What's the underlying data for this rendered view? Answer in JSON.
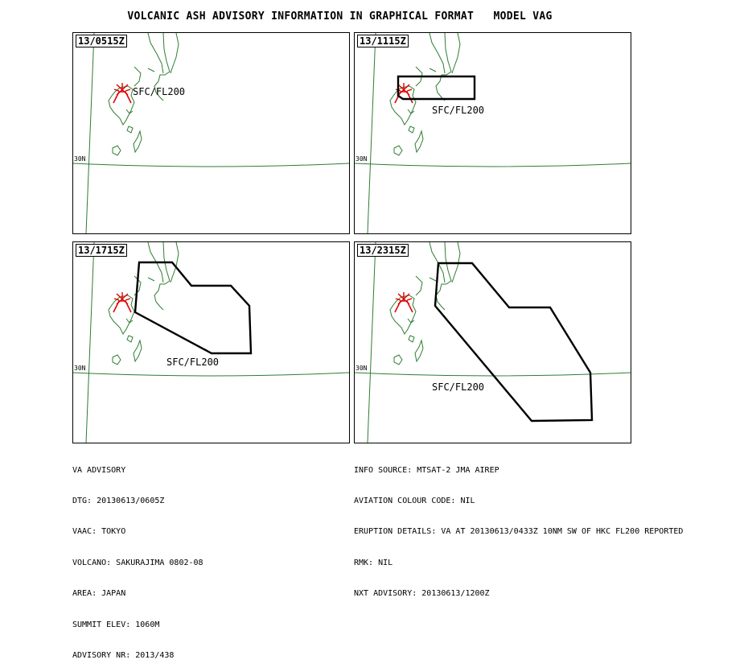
{
  "title": "VOLCANIC ASH ADVISORY INFORMATION IN GRAPHICAL FORMAT   MODEL VAG",
  "colors": {
    "coast": "#2e7d32",
    "volcano": "#e00000",
    "ash": "#000000"
  },
  "panels": [
    {
      "time": "13/0515Z",
      "lat_label": "30N",
      "level_label": "SFC/FL200",
      "has_area": false
    },
    {
      "time": "13/1115Z",
      "lat_label": "30N",
      "level_label": "SFC/FL200",
      "has_area": true
    },
    {
      "time": "13/1715Z",
      "lat_label": "30N",
      "level_label": "SFC/FL200",
      "has_area": true
    },
    {
      "time": "13/2315Z",
      "lat_label": "30N",
      "level_label": "SFC/FL200",
      "has_area": true
    }
  ],
  "advisory_left": [
    "VA ADVISORY",
    "DTG: 20130613/0605Z",
    "VAAC: TOKYO",
    "VOLCANO: SAKURAJIMA 0802-08",
    "AREA: JAPAN",
    "SUMMIT ELEV: 1060M",
    "ADVISORY NR: 2013/438"
  ],
  "advisory_right": [
    "INFO SOURCE: MTSAT-2 JMA AIREP",
    "AVIATION COLOUR CODE: NIL",
    "ERUPTION DETAILS: VA AT 20130613/0433Z 10NM SW OF HKC FL200 REPORTED",
    "RMK: NIL",
    "NXT ADVISORY: 20130613/1200Z"
  ]
}
